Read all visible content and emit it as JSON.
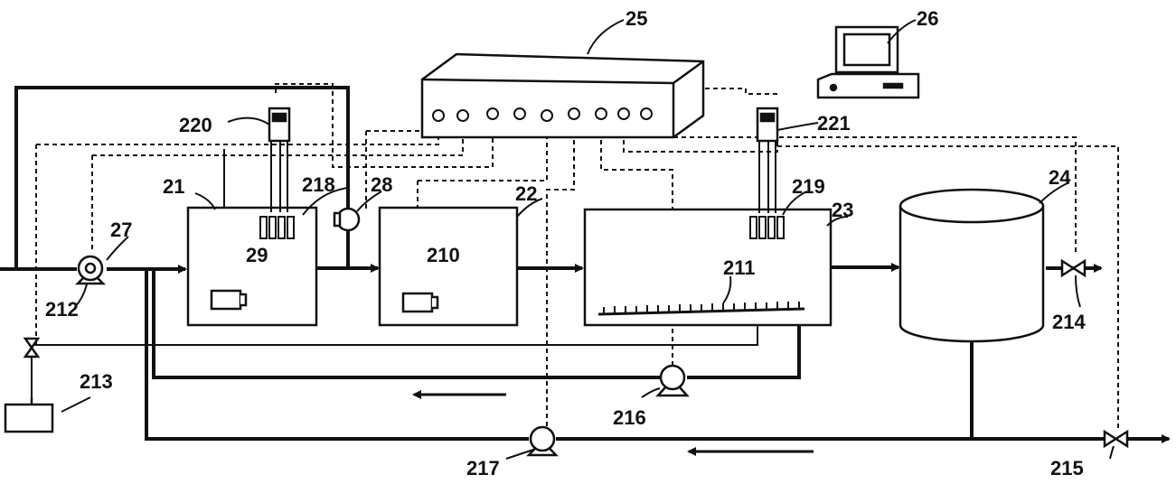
{
  "diagram": {
    "labels": {
      "controller": "25",
      "computer": "26",
      "pump_inlet": "27",
      "blower": "28",
      "tank1": "21",
      "tank2": "22",
      "tank3": "23",
      "tank4": "24",
      "sensor_29": "29",
      "sensor_210": "210",
      "aerator_211": "211",
      "valve_212": "212",
      "box_213": "213",
      "valve_214": "214",
      "valve_215": "215",
      "pump_216": "216",
      "pump_217": "217",
      "probes_218": "218",
      "probes_219": "219",
      "meter_220": "220",
      "meter_221": "221"
    },
    "colors": {
      "line": "#111111",
      "background": "#ffffff"
    }
  }
}
